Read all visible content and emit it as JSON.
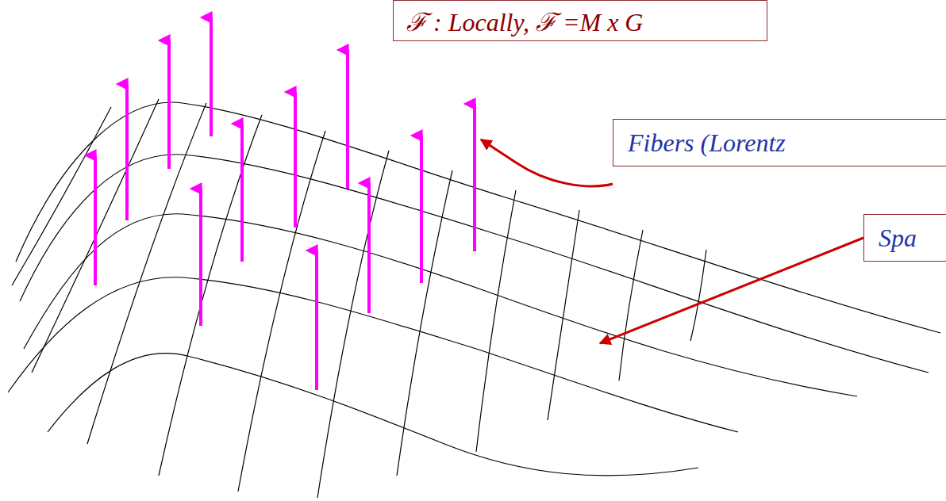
{
  "diagram": {
    "nodes": [
      {
        "text": [
          "ℱ : Locally, ℱ =M x G"
        ]
      },
      {
        "text": [
          "Fibers (Lorentz"
        ]
      },
      {
        "text": [
          "Spa"
        ]
      }
    ]
  }
}
